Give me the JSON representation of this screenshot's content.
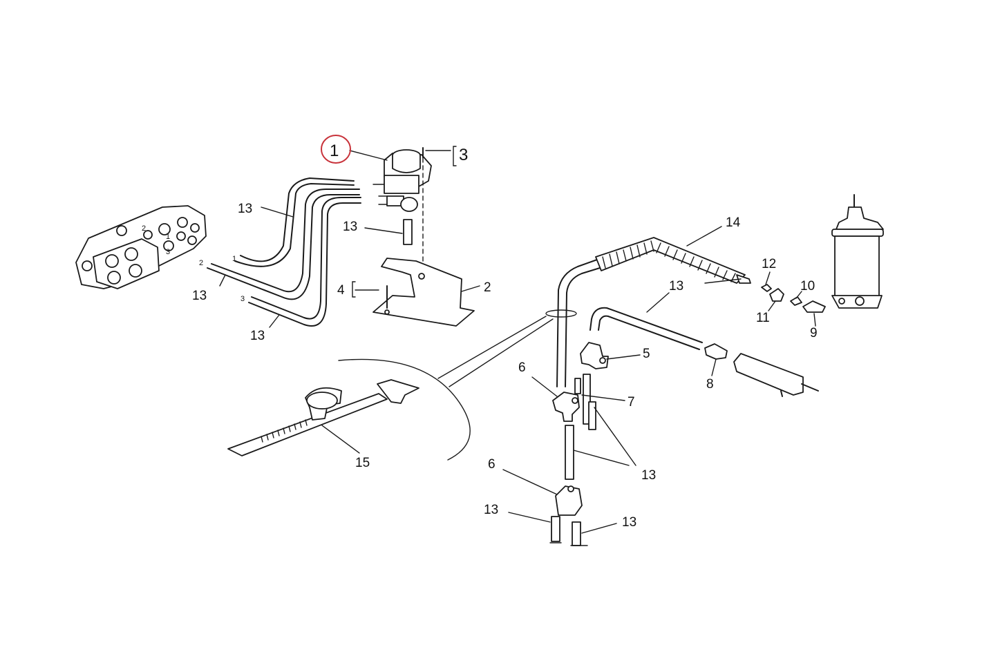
{
  "highlight_color": "#c8323a",
  "callouts": {
    "c1": "1",
    "c3": "3",
    "c13a": "13",
    "c13b": "13",
    "c13c": "13",
    "c13d": "13",
    "c4": "4",
    "c2": "2",
    "c14": "14",
    "c12": "12",
    "c13e": "13",
    "c10": "10",
    "c11": "11",
    "c9": "9",
    "c5": "5",
    "c8": "8",
    "c6a": "6",
    "c7": "7",
    "c15": "15",
    "c13f": "13",
    "c6b": "6",
    "c13g": "13",
    "c13h": "13"
  },
  "hose_marks": {
    "m1": "1",
    "m2": "2",
    "m3": "3"
  },
  "block_marks": {
    "b2": "2",
    "b1": "1",
    "b3": "3"
  }
}
